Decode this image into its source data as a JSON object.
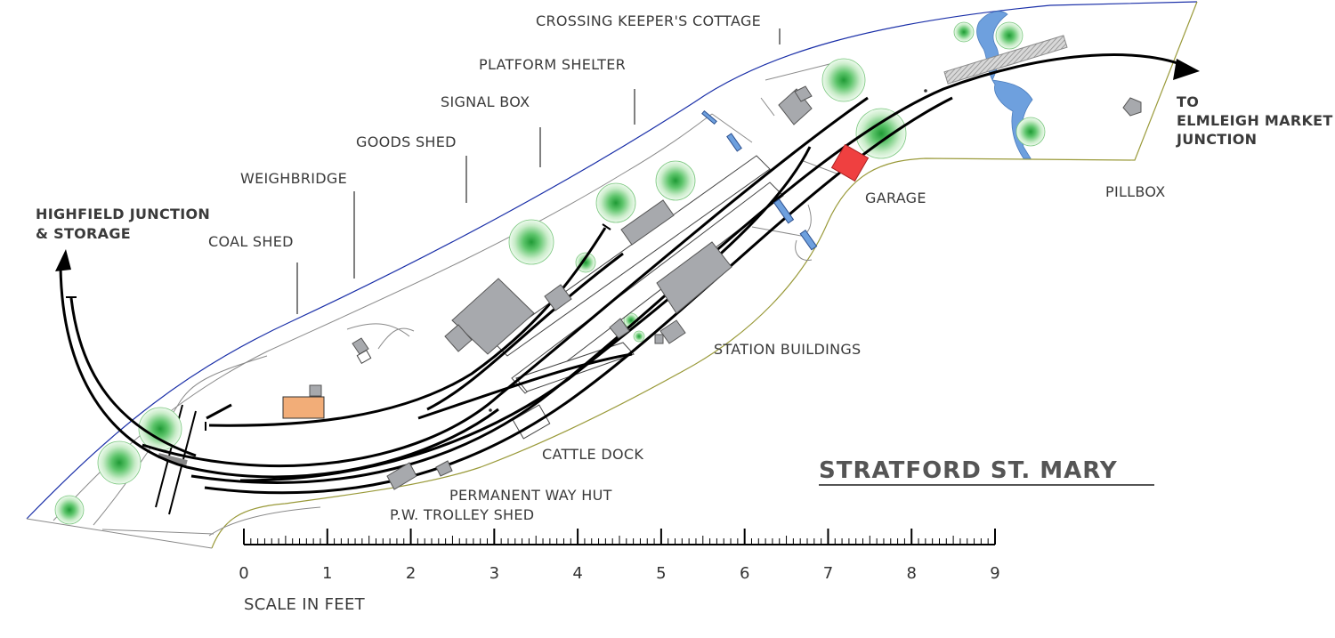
{
  "title": "STRATFORD ST. MARY",
  "labels": {
    "crossing_keepers_cottage": "CROSSING KEEPER'S COTTAGE",
    "platform_shelter": "PLATFORM SHELTER",
    "signal_box": "SIGNAL BOX",
    "goods_shed": "GOODS SHED",
    "weighbridge": "WEIGHBRIDGE",
    "coal_shed": "COAL SHED",
    "highfield_line1": "HIGHFIELD JUNCTION",
    "highfield_line2": "& STORAGE",
    "to_line1": "TO",
    "to_line2": "ELMLEIGH MARKET",
    "to_line3": "JUNCTION",
    "garage": "GARAGE",
    "pillbox": "PILLBOX",
    "station_buildings": "STATION BUILDINGS",
    "cattle_dock": "CATTLE DOCK",
    "permanent_way_hut": "PERMANENT WAY HUT",
    "pw_trolley_shed": "P.W. TROLLEY SHED"
  },
  "scale": {
    "caption": "SCALE IN FEET",
    "numbers": [
      "0",
      "1",
      "2",
      "3",
      "4",
      "5",
      "6",
      "7",
      "8",
      "9"
    ]
  },
  "colors": {
    "track": "#000000",
    "building": "#a7a9ad",
    "tree": "#3bb54a",
    "water": "#6ea0de",
    "garage": "#ef4040",
    "coal_shed": "#f2ad78",
    "boundary_north": "#1a2fa8",
    "boundary_south": "#9a9a3a"
  }
}
